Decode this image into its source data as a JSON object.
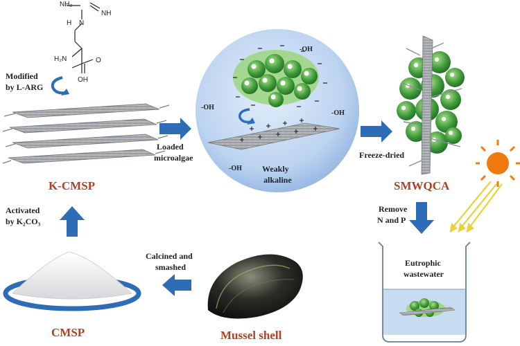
{
  "labels": {
    "modified": [
      "Modified",
      "by L-ARG"
    ],
    "loaded": [
      "Loaded",
      "microalgae"
    ],
    "weakly": [
      "Weakly",
      "alkaline"
    ],
    "freeze": "Freeze-dried",
    "remove": [
      "Remove",
      "N and P"
    ],
    "eutrophic": [
      "Eutrophic",
      "wastewater"
    ],
    "calcined": [
      "Calcined and",
      "smashed"
    ],
    "activated": [
      "Activated",
      "by K₂CO₃"
    ],
    "oh": "-OH"
  },
  "titles": {
    "kcmsp": "K-CMSP",
    "smwqca": "SMWQCA",
    "cmsp": "CMSP",
    "mussel": "Mussel shell"
  },
  "chem": {
    "nh2_top": "NH₂",
    "nh": "NH",
    "h": "H",
    "n": "N",
    "h2n": "H₂N",
    "o": "O",
    "oh": "OH"
  },
  "colors": {
    "arrow": "#2e6db5",
    "title": "#b0401e",
    "sphere": "#bcd3f0",
    "algae": "#3f9a3a",
    "sun": "#f07a10"
  },
  "icons": [
    "undo-arrow-icon",
    "sun-icon",
    "right-arrow-icon",
    "down-arrow-icon",
    "up-arrow-icon",
    "left-arrow-icon"
  ]
}
